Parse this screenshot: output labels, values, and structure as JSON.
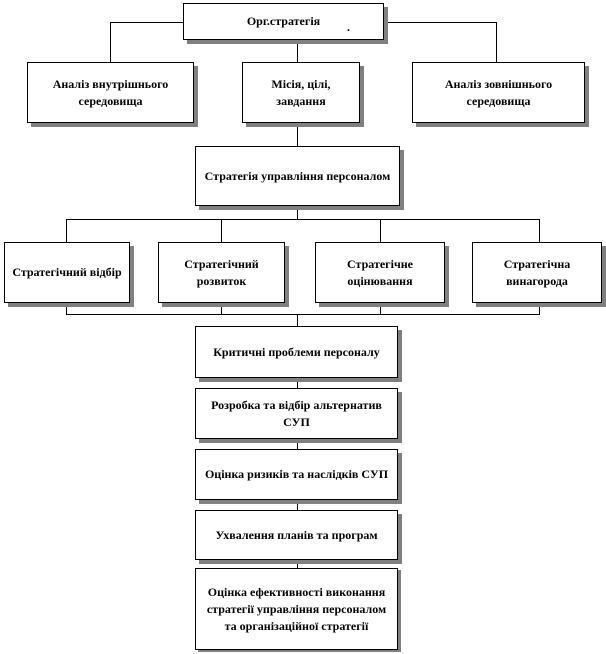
{
  "diagram": {
    "nodes": {
      "org_strategy": "Орг.стратегія",
      "org_strategy_mark": ".",
      "internal_analysis": "Аналіз внутрішнього середовища",
      "mission": "Місія, цілі, завдання",
      "external_analysis": "Аналіз зовнішнього середовища",
      "hr_strategy": "Стратегія управління персоналом",
      "strategic_selection": "Стратегічний відбір",
      "strategic_development": "Стратегічний розвиток",
      "strategic_evaluation": "Стратегічне оцінювання",
      "strategic_reward": "Стратегічна винагорода",
      "critical_problems": "Критичні проблеми персоналу",
      "alternatives": "Розробка та відбір альтернатив СУП",
      "risk_assessment": "Оцінка ризиків та наслідків СУП",
      "plans_approval": "Ухвалення планів та програм",
      "efficiency_assessment": "Оцінка ефективності виконання стратегії управління персоналом та організаційної стратегії"
    }
  }
}
